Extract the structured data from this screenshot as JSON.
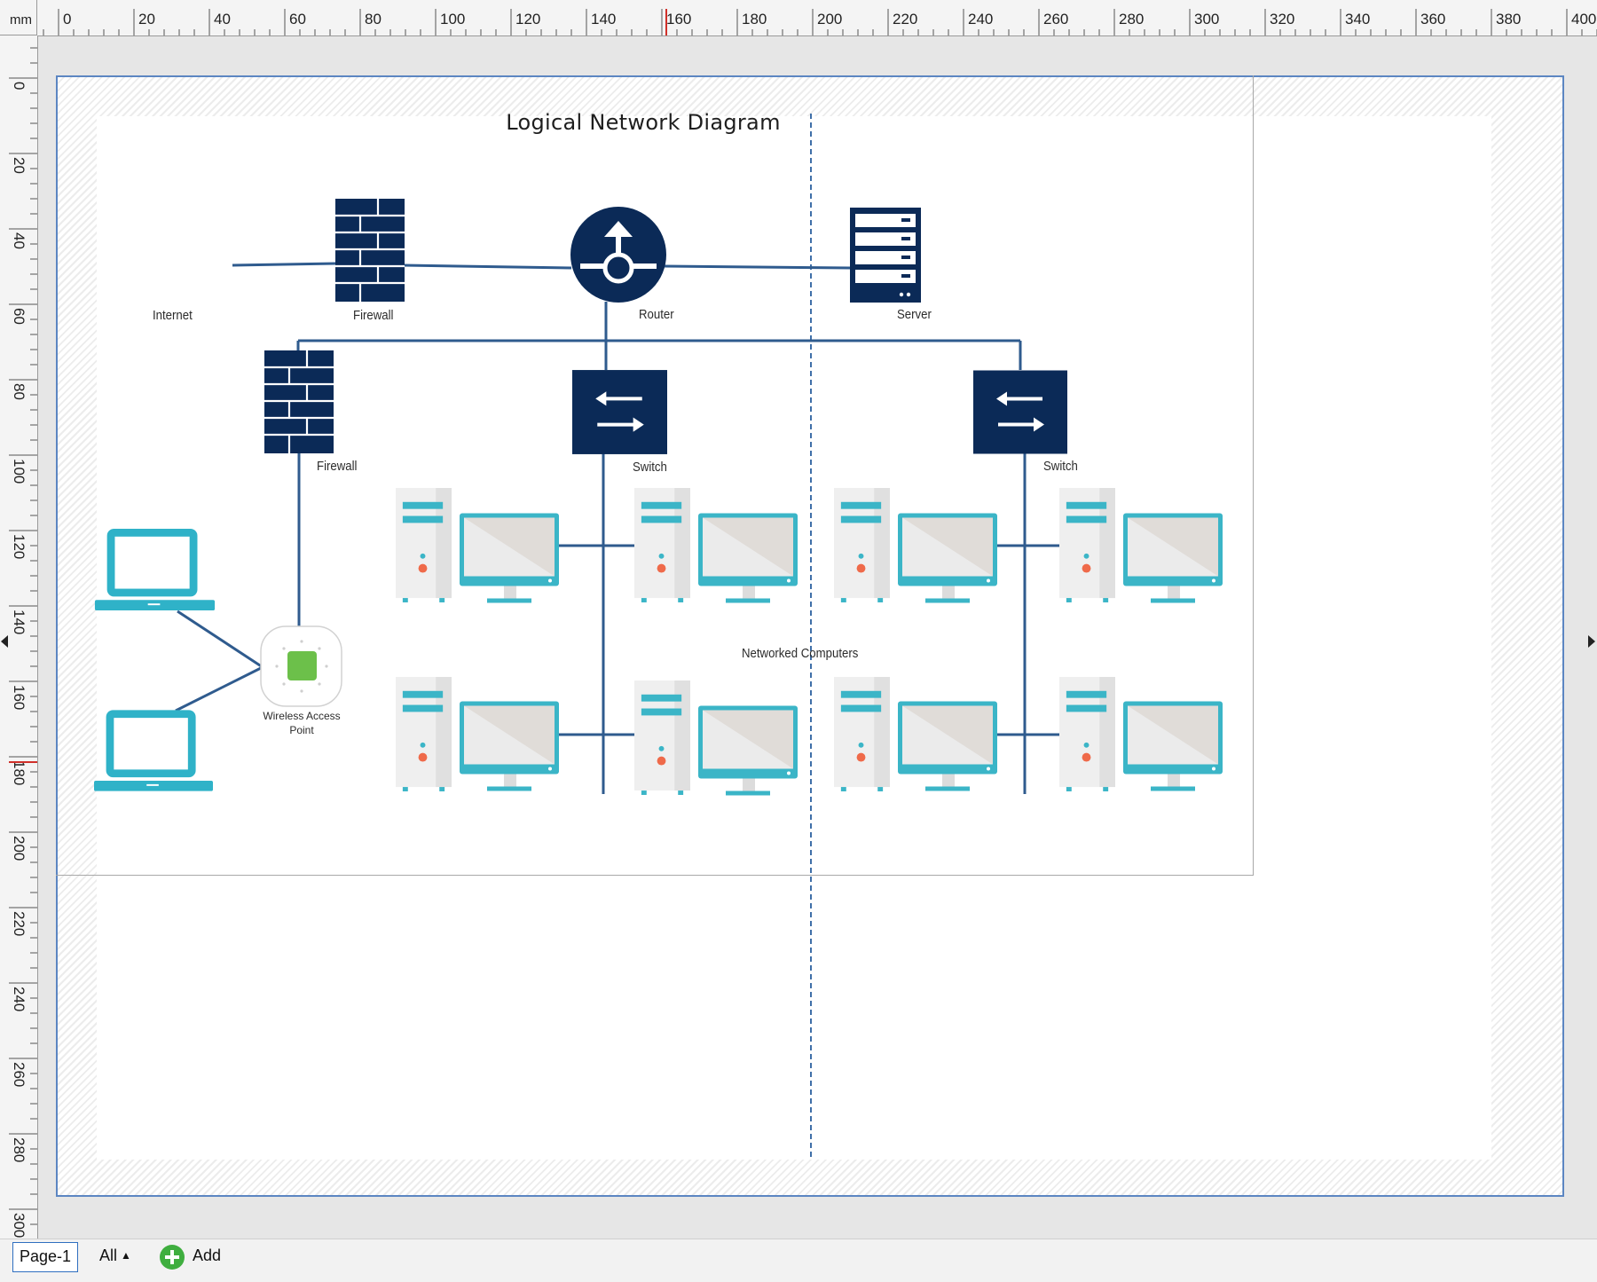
{
  "ruler": {
    "unit": "mm",
    "top_labels": [
      "0",
      "20",
      "40",
      "60",
      "80",
      "100",
      "120",
      "140",
      "160",
      "180",
      "200",
      "220",
      "240",
      "260",
      "280",
      "300",
      "320",
      "340",
      "360",
      "380",
      "400"
    ],
    "left_labels": [
      "0",
      "20",
      "40",
      "60",
      "80",
      "100",
      "120",
      "140",
      "160",
      "180",
      "200",
      "220",
      "240",
      "260",
      "280",
      "300"
    ]
  },
  "diagram": {
    "title": "Logical Network Diagram",
    "labels": {
      "internet": "Internet",
      "firewall_top": "Firewall",
      "router": "Router",
      "server": "Server",
      "firewall_left": "Firewall",
      "switch_center": "Switch",
      "switch_right": "Switch",
      "wap_line1": "Wireless Access",
      "wap_line2": "Point",
      "networked_computers": "Networked Computers"
    },
    "colors": {
      "navy": "#0b2a57",
      "connector": "#2f5b8e",
      "teal": "#3bb5c7",
      "green": "#6cc04a",
      "tower_orange": "#ef6a4a"
    }
  },
  "bottom_bar": {
    "page_tab": "Page-1",
    "all_label": "All",
    "add_label": "Add"
  }
}
